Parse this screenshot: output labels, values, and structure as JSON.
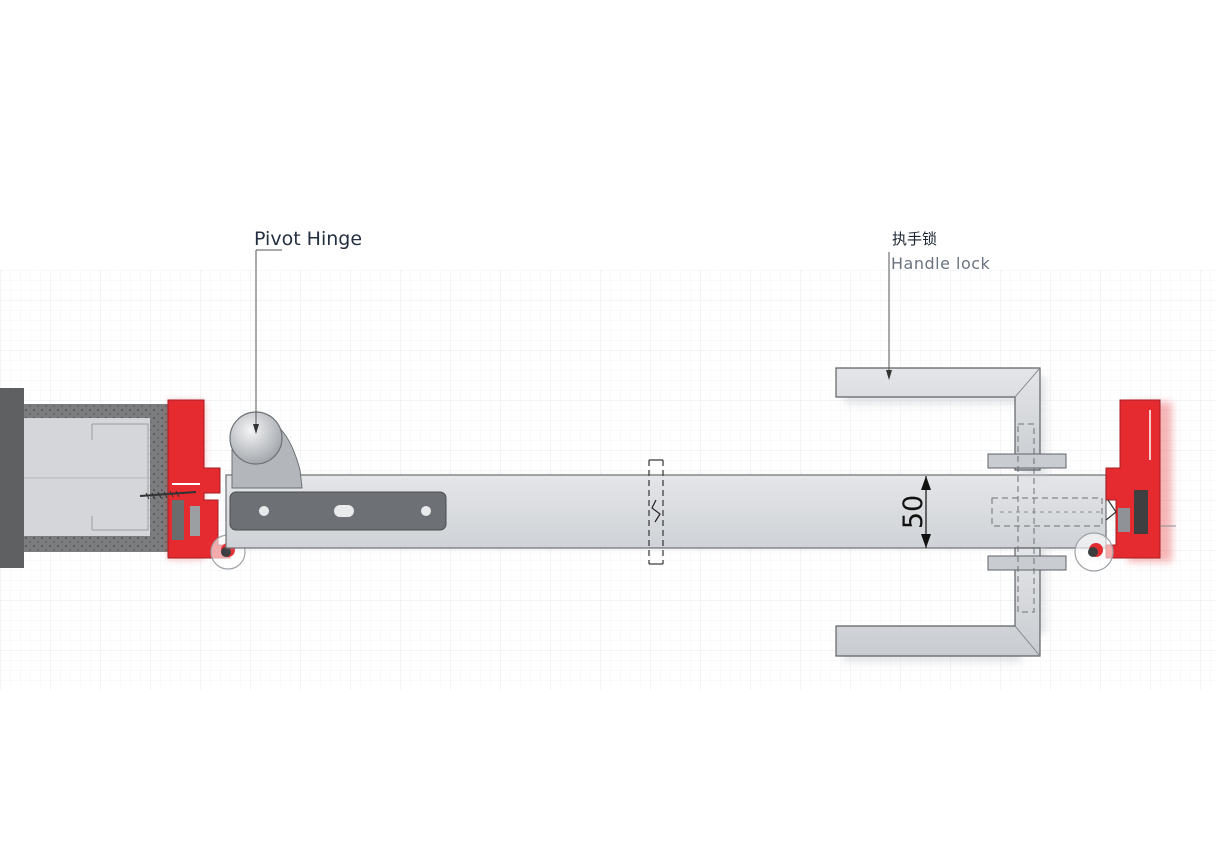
{
  "labels": {
    "pivot_hinge": "Pivot Hinge",
    "handle_lock_cn": "执手锁",
    "handle_lock_en": "Handle lock"
  },
  "dimension": {
    "thickness": "50"
  },
  "colors": {
    "frame_red": "#e52b2f",
    "door_leaf": "#d9dbde",
    "hinge_plate": "#6d7074",
    "wall": "#5e6062",
    "grid": "#eef0f3"
  }
}
